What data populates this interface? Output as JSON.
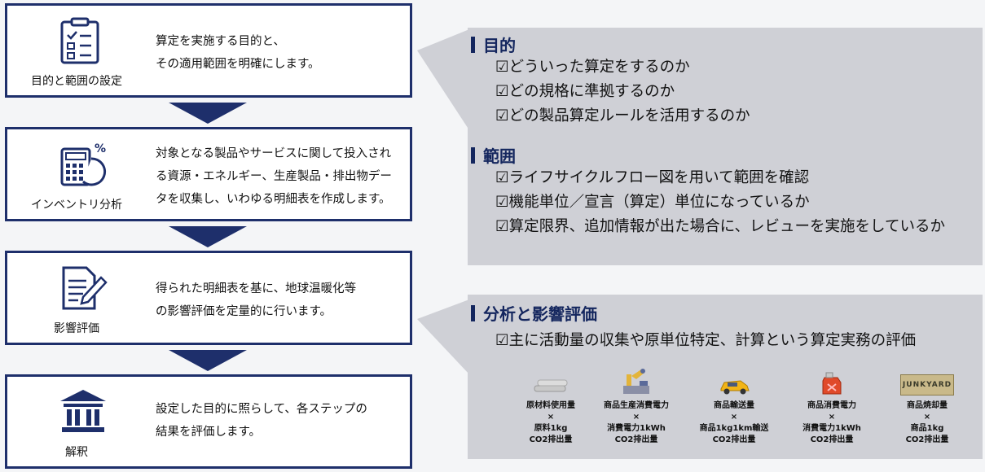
{
  "steps": [
    {
      "label": "目的と範囲の設定",
      "icon": "clipboard-checklist-icon",
      "lines": [
        "算定を実施する目的と、",
        "その適用範囲を明確にします。"
      ]
    },
    {
      "label": "インベントリ分析",
      "icon": "calculator-chart-icon",
      "lines": [
        "対象となる製品やサービスに関して投入され",
        "る資源・エネルギー、生産製品・排出物デー",
        "タを収集し、いわゆる明細表を作成します。"
      ]
    },
    {
      "label": "影響評価",
      "icon": "document-pen-icon",
      "lines": [
        "得られた明細表を基に、地球温暖化等",
        "の影響評価を定量的に行います。"
      ]
    },
    {
      "label": "解釈",
      "icon": "institution-building-icon",
      "lines": [
        "設定した目的に照らして、各ステップの",
        "結果を評価します。"
      ]
    }
  ],
  "panel1": {
    "purpose_title": "目的",
    "purpose_items": [
      "☑どういった算定をするのか",
      "☑どの規格に準拠するのか",
      "☑どの製品算定ルールを活用するのか"
    ],
    "scope_title": "範囲",
    "scope_items": [
      "☑ライフサイクルフロー図を用いて範囲を確認",
      "☑機能単位／宣言（算定）単位になっているか",
      "☑算定限界、追加情報が出た場合に、レビューを実施をしているか"
    ]
  },
  "panel2": {
    "title": "分析と影響評価",
    "item": "☑主に活動量の収集や原単位特定、計算という算定実務の評価",
    "cards": [
      {
        "icon": "pipe-material-icon",
        "l1": "原材料使用量",
        "l2": "×",
        "l3": "原料1kg",
        "l4": "CO2排出量"
      },
      {
        "icon": "factory-robot-icon",
        "l1": "商品生産消費電力",
        "l2": "×",
        "l3": "消費電力1kWh",
        "l4": "CO2排出量"
      },
      {
        "icon": "car-icon",
        "l1": "商品輸送量",
        "l2": "×",
        "l3": "商品1kg1km輸送",
        "l4": "CO2排出量"
      },
      {
        "icon": "fuel-can-icon",
        "l1": "商品消費電力",
        "l2": "×",
        "l3": "消費電力1kWh",
        "l4": "CO2排出量"
      },
      {
        "icon": "junkyard-sign-icon",
        "sign": "JUNKYARD",
        "l1": "商品焼却量",
        "l2": "×",
        "l3": "商品1kg",
        "l4": "CO2排出量"
      }
    ]
  },
  "colors": {
    "navy": "#1e2f6b",
    "panel": "#cfd0d6"
  }
}
